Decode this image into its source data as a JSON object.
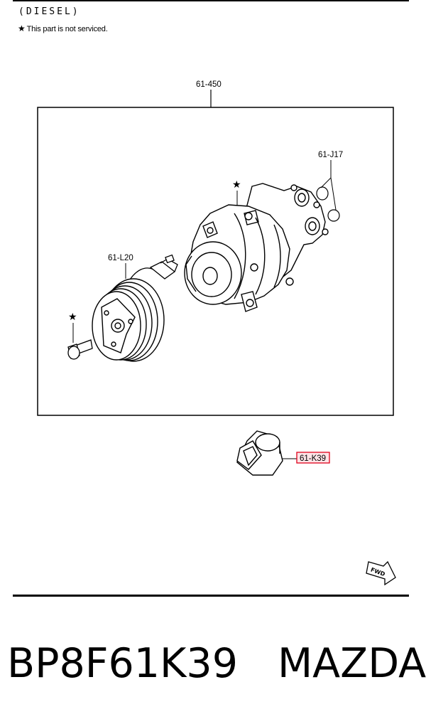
{
  "header": {
    "variant": "(DIESEL)",
    "note_star": "★",
    "note_text": "This part is not serviced."
  },
  "diagram": {
    "callouts": {
      "assembly": "61-450",
      "orings": "61-J17",
      "clutch": "61-L20",
      "switch": "61-K39"
    },
    "star_symbol": "★",
    "fwd_label": "FWD",
    "highlight_color": "#e0001b"
  },
  "caption": {
    "part_number": "BP8F61K39",
    "brand": "MAZDA"
  }
}
